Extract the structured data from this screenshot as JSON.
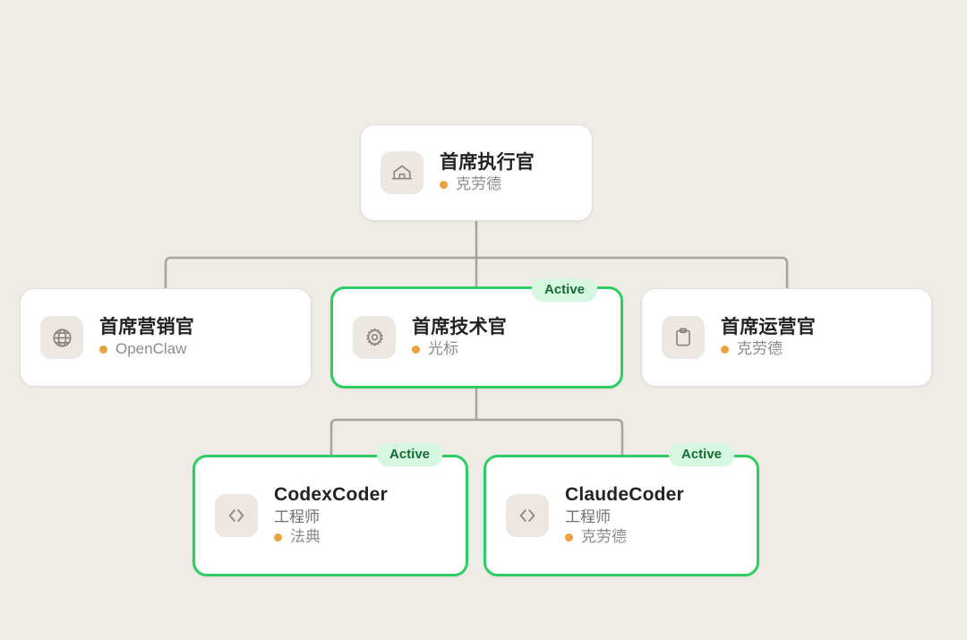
{
  "theme": {
    "background": "#efebe6",
    "card_background": "#ffffff",
    "card_border": "#e2ddd6",
    "active_border": "#2ecc62",
    "badge_background": "#d6f7e1",
    "badge_text": "#176b35",
    "status_dot": "#e8a33d",
    "connector": "#a8a29a",
    "icon_tile": "#ece7e1"
  },
  "chart": {
    "type": "org-chart",
    "nodes": [
      {
        "id": "ceo",
        "title": "首席执行官",
        "role": "",
        "model": "克劳德",
        "icon": "home-icon",
        "active": false,
        "badge": ""
      },
      {
        "id": "cmo",
        "title": "首席营销官",
        "role": "",
        "model": "OpenClaw",
        "icon": "globe-icon",
        "active": false,
        "badge": ""
      },
      {
        "id": "cto",
        "title": "首席技术官",
        "role": "",
        "model": "光标",
        "icon": "gear-icon",
        "active": true,
        "badge": "Active"
      },
      {
        "id": "coo",
        "title": "首席运营官",
        "role": "",
        "model": "克劳德",
        "icon": "clipboard-icon",
        "active": false,
        "badge": ""
      },
      {
        "id": "codex",
        "title": "CodexCoder",
        "role": "工程师",
        "model": "法典",
        "icon": "code-brackets-icon",
        "active": true,
        "badge": "Active"
      },
      {
        "id": "claude",
        "title": "ClaudeCoder",
        "role": "工程师",
        "model": "克劳德",
        "icon": "code-brackets-icon",
        "active": true,
        "badge": "Active"
      }
    ],
    "edges": [
      {
        "from": "ceo",
        "to": "cmo"
      },
      {
        "from": "ceo",
        "to": "cto"
      },
      {
        "from": "ceo",
        "to": "coo"
      },
      {
        "from": "cto",
        "to": "codex"
      },
      {
        "from": "cto",
        "to": "claude"
      }
    ]
  }
}
